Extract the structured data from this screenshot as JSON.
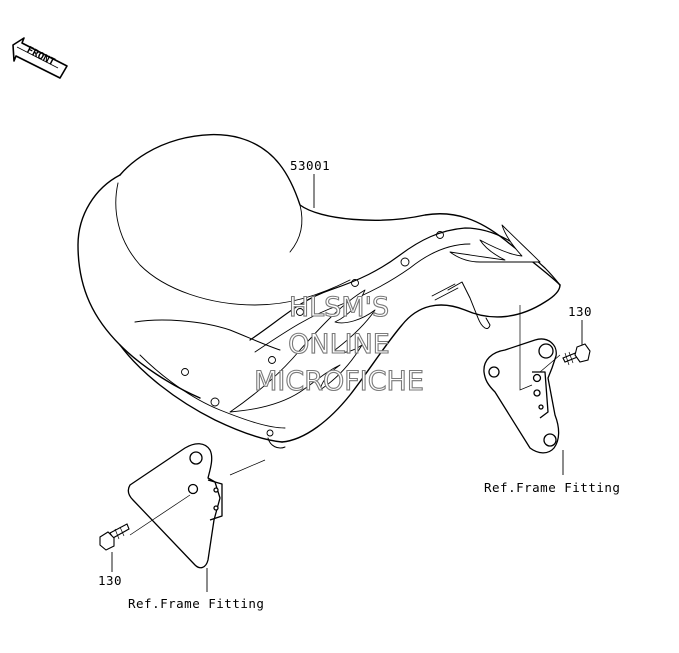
{
  "diagram": {
    "front_arrow_label": "FRONT",
    "watermark_lines": [
      "HLSM'S",
      "ONLINE",
      "MICROFICHE"
    ],
    "callouts": {
      "seat": "53001",
      "bolt_right": "130",
      "bolt_left": "130",
      "ref_right": "Ref.Frame Fitting",
      "ref_left": "Ref.Frame Fitting"
    },
    "icons": {
      "front_arrow": "front-arrow-icon"
    }
  }
}
